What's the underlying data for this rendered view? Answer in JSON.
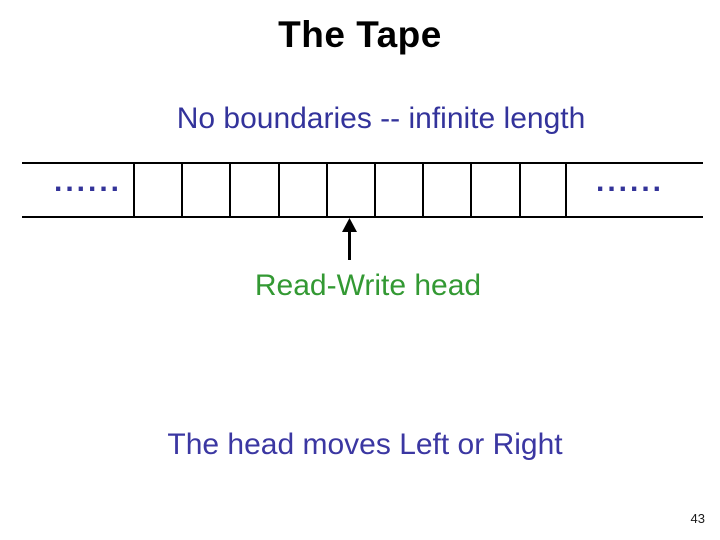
{
  "slide": {
    "title": "The Tape",
    "subtitle": "No boundaries -- infinite length",
    "tape": {
      "cell_count": 9,
      "left_ellipsis": "......",
      "right_ellipsis": "......",
      "head_cell_index": 4
    },
    "head_label": "Read-Write head",
    "caption": "The head moves Left or Right",
    "page_number": "43",
    "colors": {
      "title": "#000000",
      "subtitle": "#33339B",
      "tape_lines": "#000000",
      "ellipsis_dots": "#333399",
      "arrow": "#000000",
      "head_label": "#339933",
      "caption": "#3B37A2"
    }
  }
}
